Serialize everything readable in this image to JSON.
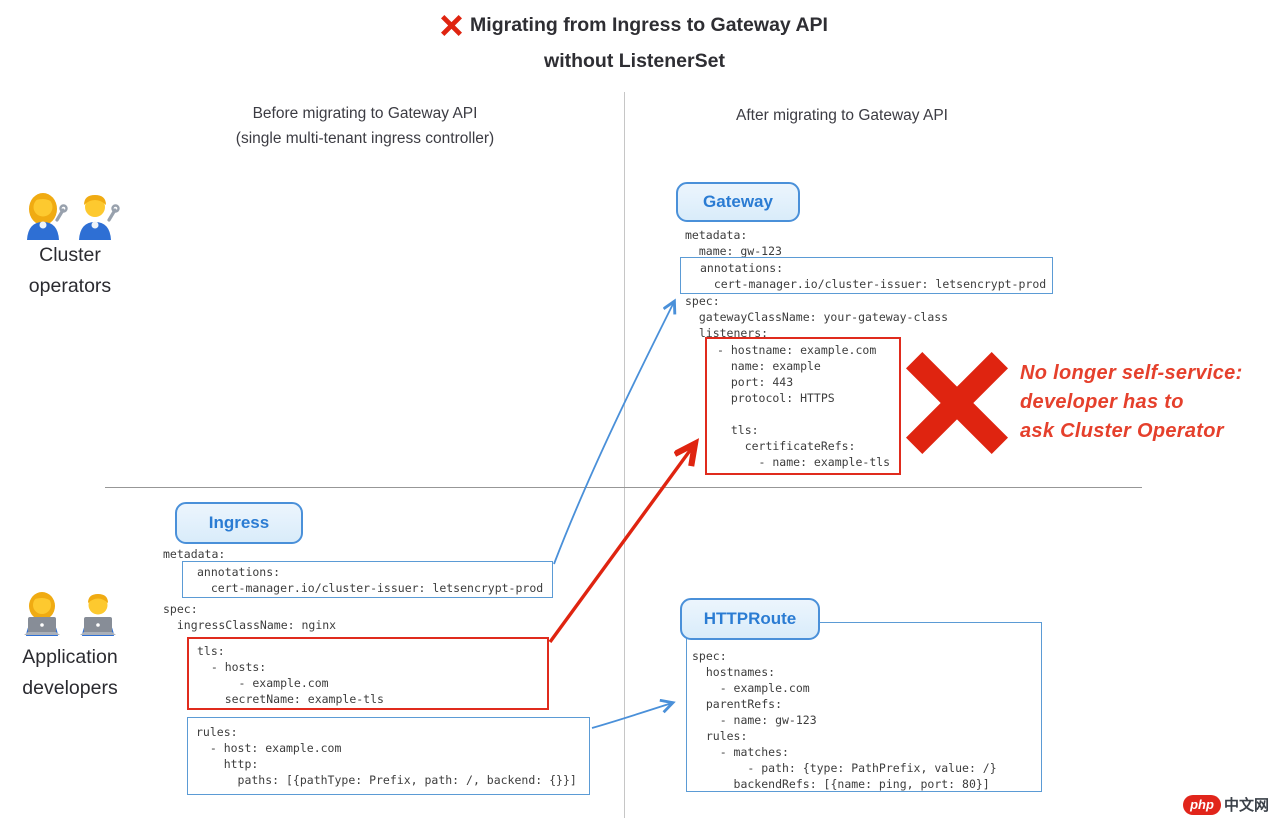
{
  "title": {
    "line1": "Migrating from Ingress to Gateway API",
    "line2": "without ListenerSet"
  },
  "columns": {
    "before_line1": "Before migrating to Gateway API",
    "before_line2": "(single multi-tenant ingress controller)",
    "after_line1": "After migrating to Gateway API"
  },
  "actors": {
    "cluster_operators": {
      "label_line1": "Cluster",
      "label_line2": "operators"
    },
    "application_developers": {
      "label_line1": "Application",
      "label_line2": "developers"
    }
  },
  "icons": {
    "title_cross": "red-cross-mark",
    "rejected_cross": "red-cross-mark",
    "cluster_operators": [
      "woman-mechanic",
      "man-mechanic"
    ],
    "application_developers": [
      "woman-technologist",
      "man-technologist"
    ]
  },
  "gateway": {
    "pill_label": "Gateway",
    "yaml_head": [
      "metadata:",
      "  mame: gw-123"
    ],
    "yaml_annotations": [
      "annotations:",
      "  cert-manager.io/cluster-issuer: letsencrypt-prod"
    ],
    "yaml_spec": [
      "spec:",
      "  gatewayClassName: your-gateway-class",
      "  listeners:"
    ],
    "yaml_listener": [
      "- hostname: example.com",
      "  name: example",
      "  port: 443",
      "  protocol: HTTPS",
      "",
      "  tls:",
      "    certificateRefs:",
      "      - name: example-tls"
    ]
  },
  "ingress": {
    "pill_label": "Ingress",
    "yaml_head": [
      "metadata:"
    ],
    "yaml_annotations": [
      "annotations:",
      "  cert-manager.io/cluster-issuer: letsencrypt-prod"
    ],
    "yaml_spec": [
      "spec:",
      "  ingressClassName: nginx"
    ],
    "yaml_tls": [
      "tls:",
      "  - hosts:",
      "      - example.com",
      "    secretName: example-tls"
    ],
    "yaml_rules": [
      "rules:",
      "  - host: example.com",
      "    http:",
      "      paths: [{pathType: Prefix, path: /, backend: {}}]"
    ]
  },
  "httproute": {
    "pill_label": "HTTPRoute",
    "yaml": [
      "spec:",
      "  hostnames:",
      "    - example.com",
      "  parentRefs:",
      "    - name: gw-123",
      "  rules:",
      "    - matches:",
      "        - path: {type: PathPrefix, value: /}",
      "      backendRefs: [{name: ping, port: 80}]"
    ]
  },
  "note": {
    "line1": "No longer self-service:",
    "line2": "developer has to",
    "line3": "ask Cluster Operator"
  },
  "watermark": {
    "badge": "php",
    "text": "中文网"
  },
  "colors": {
    "accent_blue": "#4a90d9",
    "box_blue": "#5b9bd5",
    "alert_red": "#e02b1d",
    "note_red": "#e5402c",
    "pill_text": "#2b7cd3",
    "yaml_text": "#3d3d3d"
  }
}
